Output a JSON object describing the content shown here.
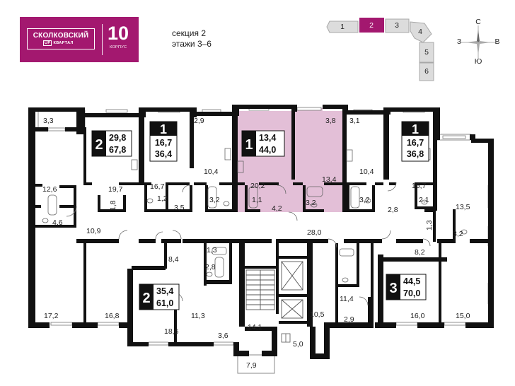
{
  "brand": {
    "name": "СКОЛКОВСКИЙ",
    "sub_tag": "UP",
    "sub_text": "КВАРТАЛ",
    "building_number": "10",
    "building_caption": "КОРПУС",
    "color": "#a3186f"
  },
  "section": {
    "section_label": "секция 2",
    "floors_label": "этажи 3–6"
  },
  "keyplan": {
    "active_section": "2",
    "sections": [
      "1",
      "2",
      "3",
      "4",
      "5",
      "6"
    ]
  },
  "compass": {
    "north": "С",
    "west": "З",
    "east": "В",
    "south": "Ю"
  },
  "colors": {
    "highlight": "#e3bfd7",
    "brand": "#a3186f",
    "wall": "#111111"
  },
  "apartments": [
    {
      "id": "apt-a",
      "rooms": "2",
      "living": "29,8",
      "total": "67,8",
      "highlighted": false
    },
    {
      "id": "apt-b",
      "rooms": "1",
      "living": "16,7",
      "total": "36,4",
      "highlighted": false
    },
    {
      "id": "apt-c",
      "rooms": "1",
      "living": "13,4",
      "total": "44,0",
      "highlighted": true
    },
    {
      "id": "apt-d",
      "rooms": "1",
      "living": "16,7",
      "total": "36,8",
      "highlighted": false
    },
    {
      "id": "apt-e",
      "rooms": "2",
      "living": "35,4",
      "total": "61,0",
      "highlighted": false
    },
    {
      "id": "apt-f",
      "rooms": "3",
      "living": "44,5",
      "total": "70,0",
      "highlighted": false
    }
  ],
  "areas": [
    "3,3",
    "12,6",
    "4,6",
    "10,9",
    "17,2",
    "1,8",
    "19,7",
    "16,8",
    "1,2",
    "3,5",
    "16,7",
    "2,9",
    "10,4",
    "3,2",
    "20,2",
    "1,1",
    "4,2",
    "3,8",
    "13,4",
    "3,2",
    "28,0",
    "3,1",
    "10,4",
    "3,2",
    "2,8",
    "2,1",
    "1,3",
    "16,7",
    "13,5",
    "3,2",
    "8,2",
    "8,4",
    "1,3",
    "2,8",
    "11,3",
    "18,6",
    "3,6",
    "14,1",
    "7,9",
    "5,0",
    "10,5",
    "11,4",
    "2,9",
    "16,0",
    "15,0"
  ]
}
